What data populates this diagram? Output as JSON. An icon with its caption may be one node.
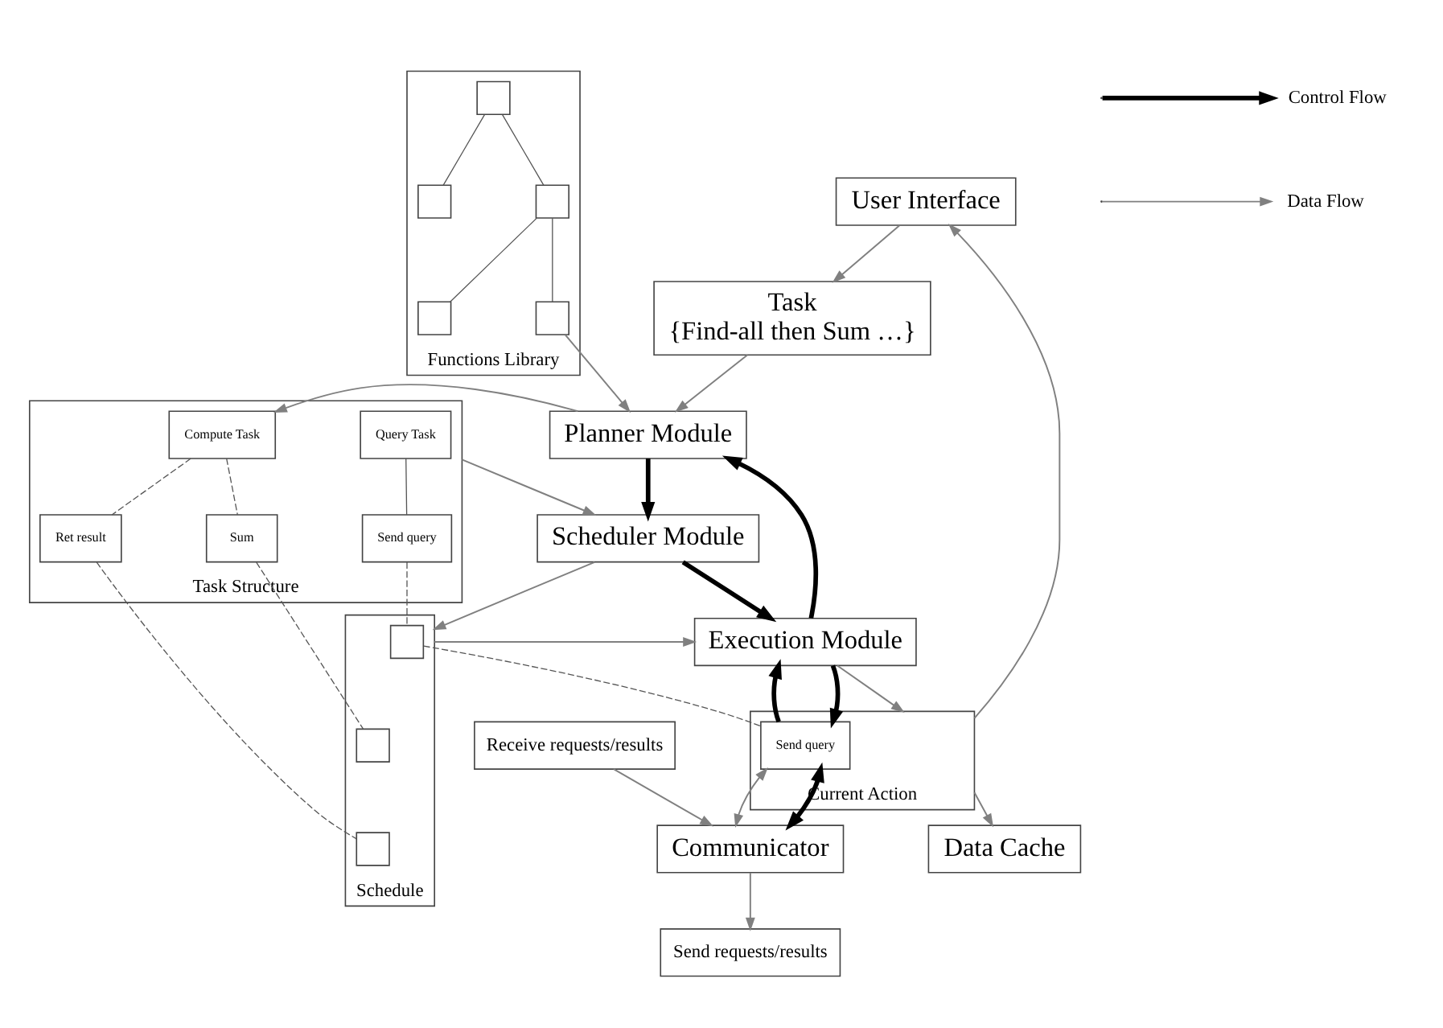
{
  "diagram": {
    "nodes": [
      {
        "text": [
          "Functions Library"
        ]
      },
      {
        "text": [],
        "shape": "box",
        "in": 0
      },
      {
        "text": [],
        "shape": "box",
        "in": 0
      },
      {
        "text": [],
        "shape": "box",
        "in": 0
      },
      {
        "text": [],
        "shape": "box",
        "in": 0
      },
      {
        "text": [],
        "shape": "box",
        "in": 0
      },
      {
        "text": [
          "Planner Module"
        ]
      },
      {
        "text": [
          "Scheduler Module"
        ]
      },
      {
        "text": [
          "Execution Module"
        ]
      },
      {
        "text": [
          "Task Structure"
        ]
      },
      {
        "text": [
          "Query Task"
        ],
        "in": 9
      },
      {
        "text": [
          "Send query"
        ],
        "in": 9
      },
      {
        "text": [
          "Compute Task"
        ],
        "in": 9
      },
      {
        "text": [
          "Sum"
        ],
        "in": 9
      },
      {
        "text": [
          "Ret result"
        ],
        "in": 9
      },
      {
        "text": [
          "Schedule"
        ]
      },
      {
        "text": [],
        "shape": "box",
        "in": 15
      },
      {
        "text": [],
        "shape": "box",
        "in": 15
      },
      {
        "text": [],
        "shape": "box",
        "in": 15
      },
      {
        "text": [
          "Current Action"
        ]
      },
      {
        "text": [
          "Send query"
        ],
        "in": 19
      },
      {
        "text": [
          "Task",
          "{Find-all then Sum …}"
        ]
      },
      {
        "text": [
          "User Interface"
        ]
      },
      {
        "text": [
          "Data Cache"
        ]
      },
      {
        "text": [
          "Communicator"
        ]
      },
      {
        "text": [
          "Send requests/results"
        ]
      },
      {
        "text": [
          "Receive requests/results"
        ]
      }
    ],
    "edges": [
      {
        "from": 1,
        "to": 2,
        "arrow": "none",
        "color": "#555555"
      },
      {
        "from": 1,
        "to": 3,
        "arrow": "none",
        "color": "#555555"
      },
      {
        "from": 3,
        "to": 4,
        "arrow": "none",
        "color": "#555555"
      },
      {
        "from": 3,
        "to": 5,
        "arrow": "none",
        "color": "#555555"
      },
      {
        "from": 8,
        "to": 6,
        "arrow": "to",
        "style": "thick",
        "color": "#000000"
      },
      {
        "from": 6,
        "to": 7,
        "arrow": "to",
        "style": "thick",
        "color": "#000000"
      },
      {
        "from": 7,
        "to": 8,
        "arrow": "to",
        "style": "thick",
        "color": "#000000"
      },
      {
        "from": 5,
        "to": 6,
        "arrow": "to"
      },
      {
        "from": 6,
        "to": 12,
        "arrow": "to"
      },
      {
        "from": 21,
        "to": 6,
        "arrow": "to"
      },
      {
        "from": 9,
        "to": 7,
        "arrow": "to"
      },
      {
        "from": 7,
        "to": 15,
        "arrow": "to"
      },
      {
        "from": 15,
        "to": 8,
        "arrow": "to"
      },
      {
        "from": 20,
        "to": 8,
        "arrow": "to",
        "style": "thick",
        "color": "#000000"
      },
      {
        "from": 10,
        "to": 11,
        "arrow": "none",
        "color": "#555555"
      },
      {
        "from": 12,
        "to": 13,
        "arrow": "none",
        "color": "#555555",
        "style": "dashed"
      },
      {
        "from": 12,
        "to": 14,
        "arrow": "none",
        "color": "#555555",
        "style": "dashed"
      },
      {
        "from": 11,
        "to": 16,
        "arrow": "none",
        "color": "#555555",
        "style": "dashed"
      },
      {
        "from": 13,
        "to": 17,
        "arrow": "none",
        "color": "#555555",
        "style": "dashed"
      },
      {
        "from": 14,
        "to": 18,
        "arrow": "none",
        "color": "#555555",
        "style": "dashed"
      },
      {
        "from": 16,
        "to": 20,
        "arrow": "none",
        "color": "#555555",
        "style": "dashed"
      },
      {
        "from": 8,
        "to": 19,
        "arrow": "to"
      },
      {
        "from": 8,
        "to": 20,
        "arrow": "to",
        "style": "thick",
        "color": "#000000"
      },
      {
        "from": 20,
        "to": 24,
        "arrow": "both"
      },
      {
        "from": 20,
        "to": 24,
        "arrow": "both",
        "style": "thick",
        "color": "#000000"
      },
      {
        "from": 19,
        "to": 23,
        "arrow": "to"
      },
      {
        "from": 19,
        "to": 22,
        "arrow": "to"
      },
      {
        "from": 22,
        "to": 21,
        "arrow": "to"
      },
      {
        "from": 24,
        "to": 25,
        "arrow": "to"
      },
      {
        "from": 26,
        "to": 24,
        "arrow": "to"
      }
    ],
    "legend": [
      {
        "text": "Control Flow"
      },
      {
        "text": "Data Flow"
      }
    ]
  }
}
